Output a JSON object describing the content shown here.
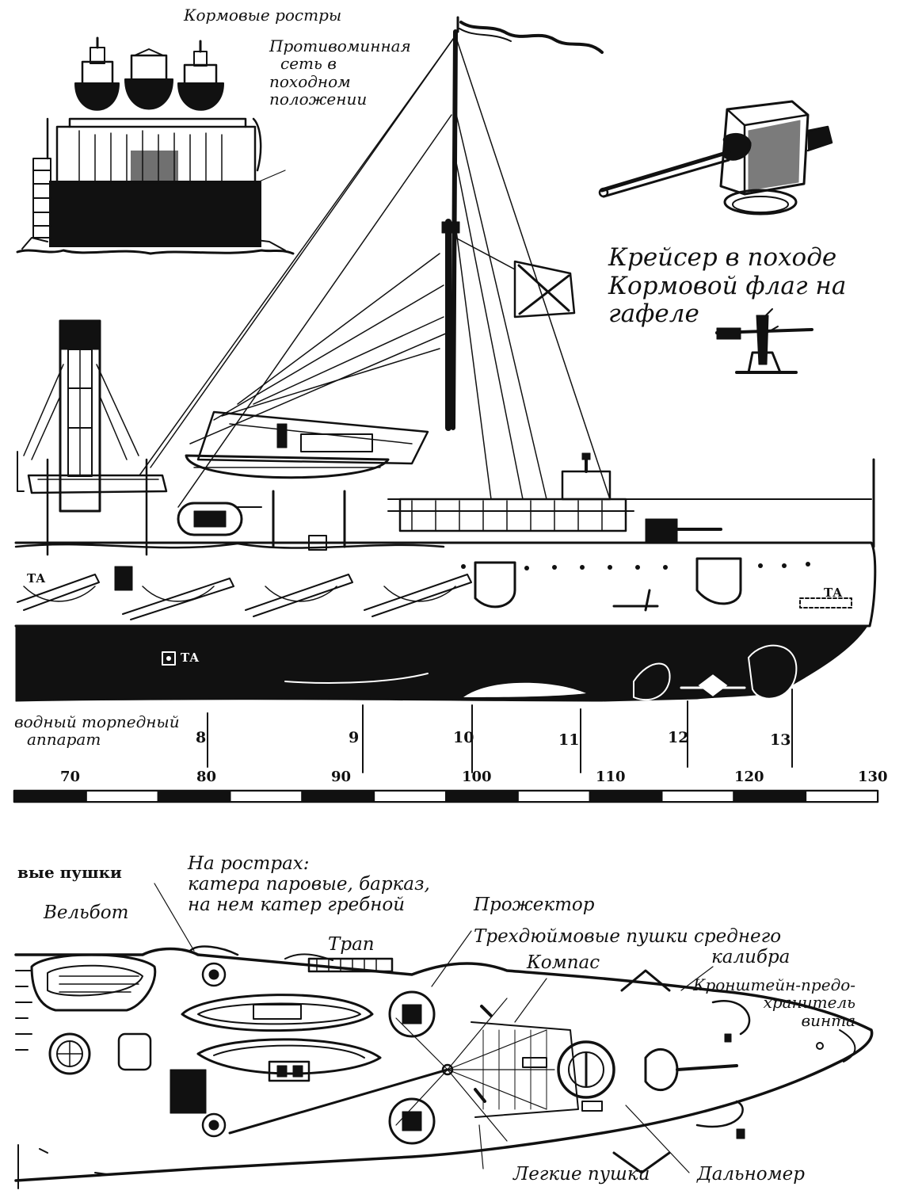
{
  "labels": {
    "stern_boats": "Кормовые ростры",
    "antimine_net": [
      "Противоминная",
      "сеть в",
      "походном",
      "положении"
    ],
    "cruiser_caption": [
      "Крейсер в походе",
      "Кормовой флаг на",
      "гафеле"
    ],
    "torpedo_tube": [
      "водный торпедный",
      "аппарат"
    ],
    "ta_mark": "ТА",
    "guns_partial": "вые пушки",
    "whaleboat": "Вельбот",
    "on_booms": [
      "На рострах:",
      "катера паровые, барказ,",
      "на нем катер гребной"
    ],
    "searchlight": "Прожектор",
    "ladder": "Трап",
    "three_inch_guns": [
      "Трехдюймовые пушки среднего",
      "калибра"
    ],
    "compass": "Компас",
    "propeller_bracket": [
      "Кронштейн-предо-",
      "хранитель",
      "винта"
    ],
    "light_guns": "Легкие пушки",
    "rangefinder": "Дальномер"
  },
  "frame_numbers": [
    "8",
    "9",
    "10",
    "11",
    "12",
    "13"
  ],
  "scale": {
    "ticks": [
      "70",
      "80",
      "90",
      "100",
      "110",
      "120",
      "130"
    ],
    "segments": 12
  },
  "colors": {
    "ink": "#111111",
    "paper": "#ffffff"
  }
}
